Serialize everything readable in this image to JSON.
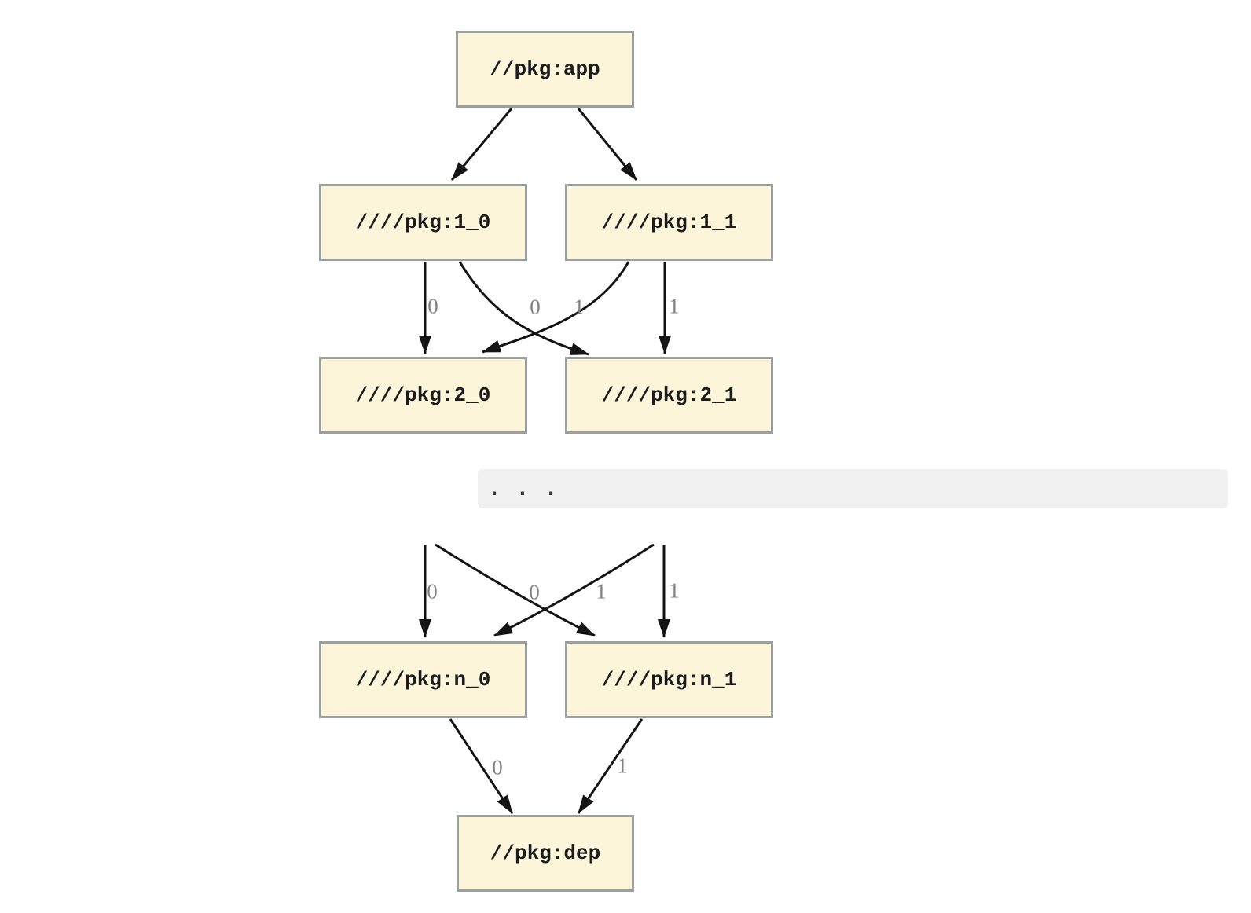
{
  "diagram": {
    "upper_graph": {
      "nodes": {
        "app": "//pkg:app",
        "v1_0": "////pkg:1_0",
        "v1_1": "////pkg:1_1",
        "v2_0": "////pkg:2_0",
        "v2_1": "////pkg:2_1"
      },
      "edge_labels": {
        "v1_0_to_v2_0": "0",
        "v1_1_to_v2_0": "0",
        "v1_0_to_v2_1": "1",
        "v1_1_to_v2_1": "1"
      }
    },
    "ellipsis_block": {
      "text": ". . ."
    },
    "lower_graph": {
      "nodes": {
        "n_0": "////pkg:n_0",
        "n_1": "////pkg:n_1",
        "dep": "//pkg:dep"
      },
      "edge_labels": {
        "to_n_0_straight": "0",
        "to_n_0_cross": "0",
        "to_n_1_cross": "1",
        "to_n_1_straight": "1",
        "n_0_to_dep": "0",
        "n_1_to_dep": "1"
      }
    },
    "colors": {
      "node_fill": "#fcf5da",
      "node_border": "#9aa0a0",
      "edge": "#141414",
      "edge_label": "#808080",
      "node_text": "#1c1c1c",
      "code_block_bg": "#f1f1f1",
      "code_text": "#3a3a3a"
    }
  }
}
